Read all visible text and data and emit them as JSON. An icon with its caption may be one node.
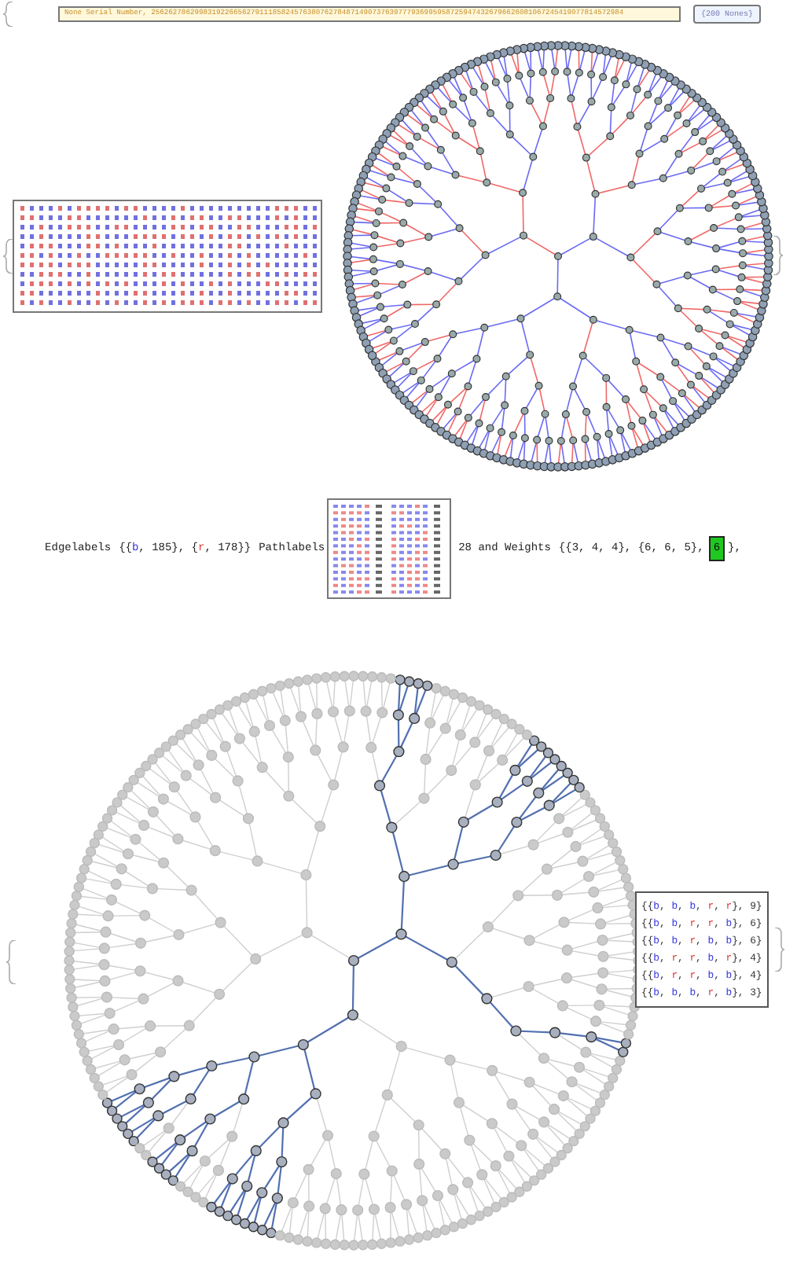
{
  "diagram": {
    "labels": [
      "None Serial Number, 2562627862998319226656279111858245763807627848714907376397779369959587259474326796626081067245419077814572984",
      "{200 Nones}",
      "Edgelabels",
      "{{b, 185}, {r, 178}}",
      "Pathlabels",
      "28 and Weights",
      "{{3, 4, 4}, {6, 6, 5},",
      "6",
      "},",
      "{{b, b, b, r, r}, 9}",
      "{{b, b, r, r, b}, 6}",
      "{{b, b, r, b, b}, 6}",
      "{{b, r, r, b, r}, 4}",
      "{{b, r, r, b, b}, 4}",
      "{{b, b, b, r, b}, 3}"
    ]
  }
}
